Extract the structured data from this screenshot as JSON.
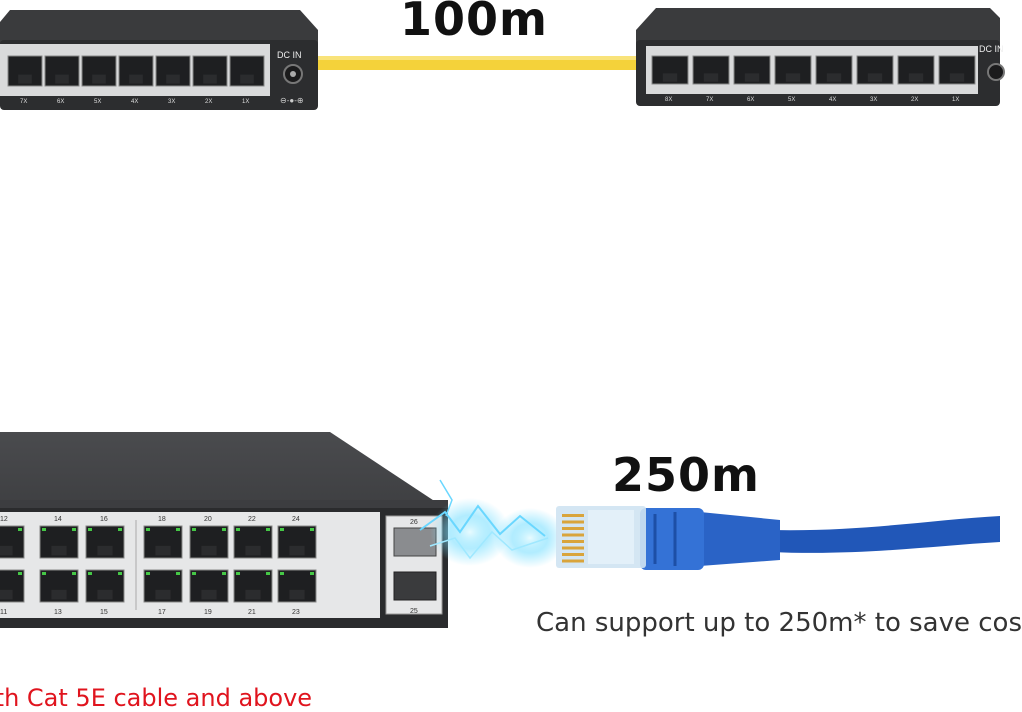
{
  "top": {
    "distance_label": "100m",
    "left_switch": {
      "power_label": "DC IN",
      "port_labels": [
        "7X",
        "6X",
        "5X",
        "4X",
        "3X",
        "2X",
        "1X"
      ]
    },
    "right_switch": {
      "port_labels": [
        "8X",
        "7X",
        "6X",
        "5X",
        "4X",
        "3X",
        "2X",
        "1X"
      ],
      "power_label": "DC IN"
    },
    "cable_color": "#f4d23a"
  },
  "bottom": {
    "distance_label": "250m",
    "switch": {
      "top_port_numbers": [
        "12",
        "14",
        "16",
        "18",
        "20",
        "22",
        "24"
      ],
      "bottom_port_numbers": [
        "11",
        "13",
        "15",
        "17",
        "19",
        "21",
        "23"
      ],
      "sfp_numbers": [
        "26",
        "25"
      ]
    },
    "cable_color": "#2157b8",
    "caption": "Can support up to 250m* to save cos",
    "note": "ith Cat 5E cable and above"
  }
}
